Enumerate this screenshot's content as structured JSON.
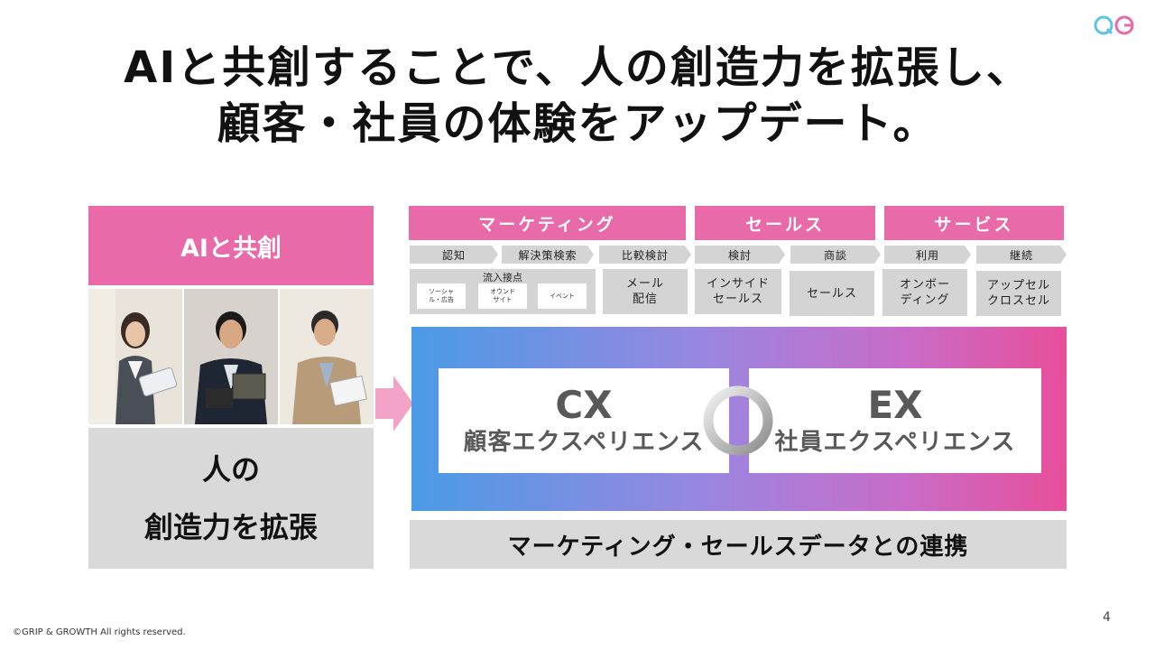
{
  "title": {
    "line1": "AIと共創することで、人の創造力を拡張し、",
    "line2": "顧客・社員の体験をアップデート。"
  },
  "left": {
    "header": "AIと共創",
    "bottom_line1": "人の",
    "bottom_line2": "創造力を拡張"
  },
  "stages": [
    {
      "label": "マーケティング"
    },
    {
      "label": "セールス"
    },
    {
      "label": "サービス"
    }
  ],
  "steps": [
    "認知",
    "解決策検索",
    "比較検討",
    "検討",
    "商談",
    "利用",
    "継続"
  ],
  "inflow": {
    "label": "流入接点",
    "chips": [
      "ソーシャ\nル・広告",
      "オウンド\nサイト",
      "イベント"
    ]
  },
  "cells": {
    "mail": "メール\n配信",
    "inside_sales": "インサイド\nセールス",
    "sales": "セールス",
    "onboarding": "オンボー\nディング",
    "upsell": "アップセル\nクロスセル"
  },
  "cx": {
    "title": "CX",
    "subtitle": "顧客エクスペリエンス"
  },
  "ex": {
    "title": "EX",
    "subtitle": "社員エクスペリエンス"
  },
  "bottom_bar": "マーケティング・セールスデータとの連携",
  "page_number": "4",
  "copyright": "©GRIP & GROWTH All rights reserved.",
  "colors": {
    "accent_pink": "#e96aa9",
    "gray": "#d4d4d4",
    "gradient_start": "#4b9be6",
    "gradient_end": "#e84f9a"
  },
  "icons": [
    "qg-logo",
    "right-arrow-icon",
    "cycle-ring-icon"
  ]
}
